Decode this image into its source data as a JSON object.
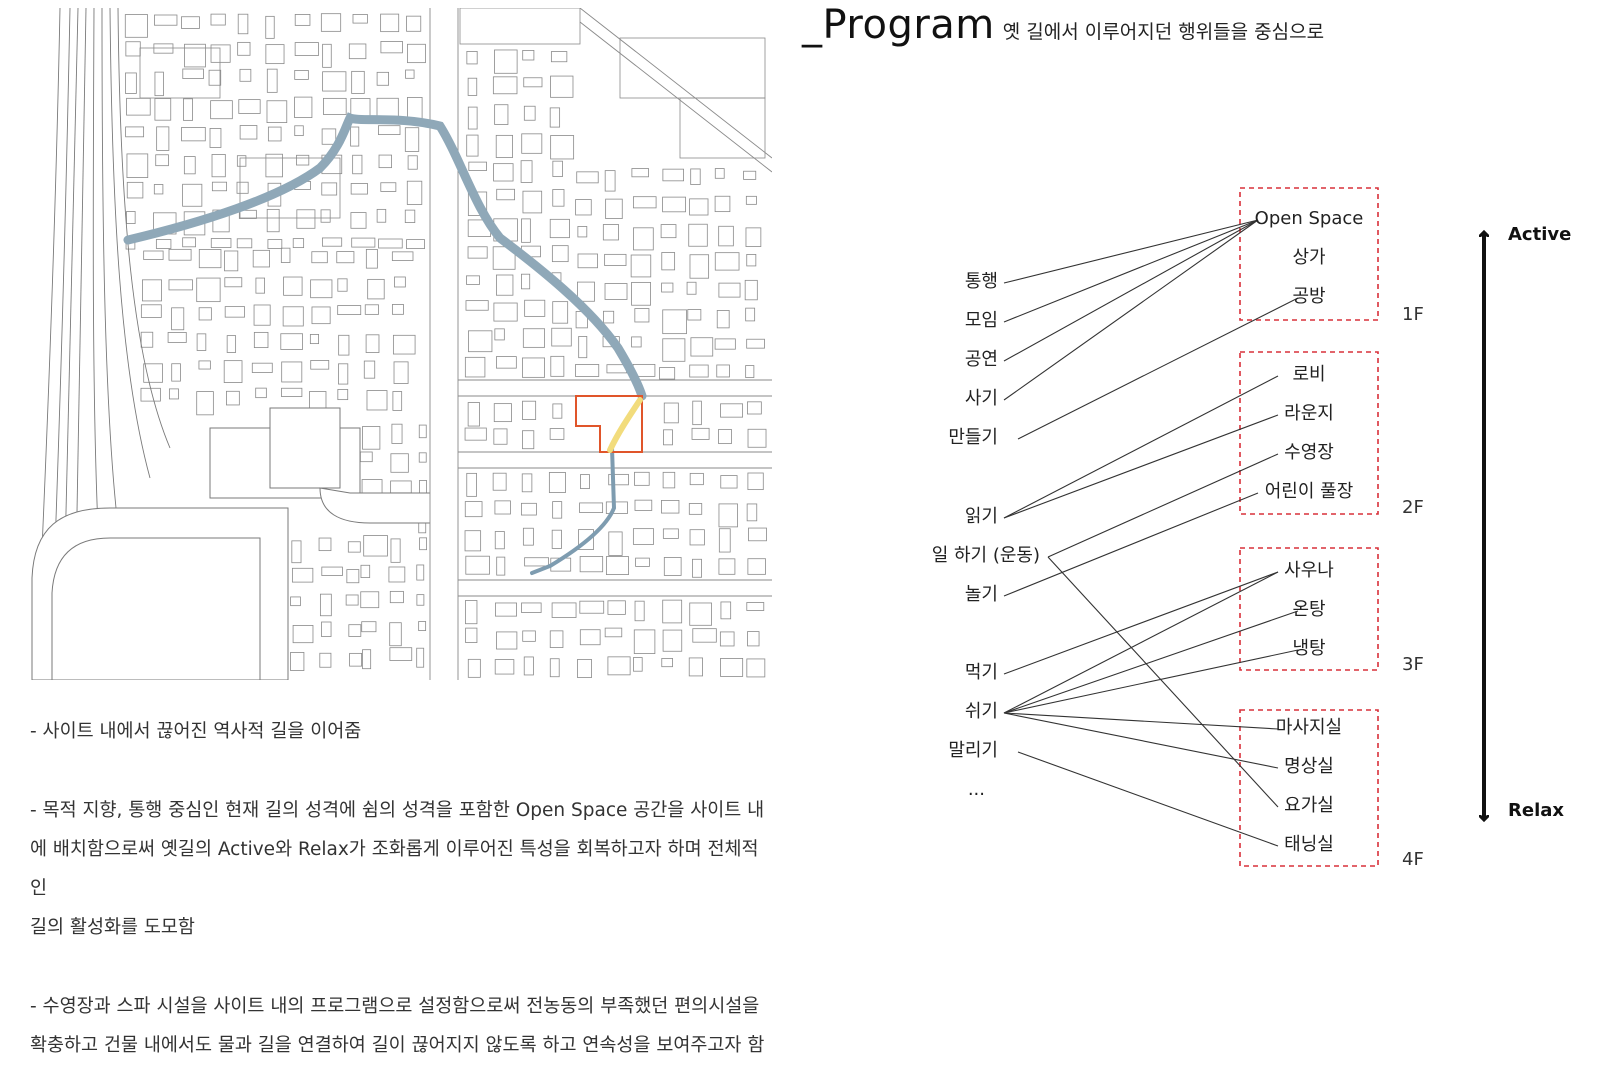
{
  "header": {
    "title": "_Program",
    "subtitle": "옛 길에서 이루어지던 행위들을 중심으로"
  },
  "description": [
    "- 사이트 내에서 끊어진 역사적 길을 이어줌",
    "- 목적 지향, 통행 중심인 현재 길의 성격에 쉼의 성격을 포함한 Open Space 공간을 사이트 내",
    "에 배치함으로써 옛길의 Active와 Relax가 조화롭게 이루어진 특성을 회복하고자 하며 전체적인",
    "길의 활성화를 도모함",
    "- 수영장과 스파 시설을 사이트 내의 프로그램으로 설정함으로써 전농동의 부족했던 편의시설을",
    "확충하고 건물 내에서도 물과 길을 연결하여 길이 끊어지지 않도록 하고 연속성을 보여주고자 함"
  ],
  "activities": [
    "통행",
    "모임",
    "공연",
    "사기",
    "만들기",
    "읽기",
    "일 하기 (운동)",
    "놀기",
    "먹기",
    "쉬기",
    "말리기",
    "..."
  ],
  "programs": [
    "Open Space",
    "상가",
    "공방",
    "로비",
    "라운지",
    "수영장",
    "어린이 풀장",
    "사우나",
    "온탕",
    "냉탕",
    "마사지실",
    "명상실",
    "요가실",
    "태닝실"
  ],
  "floors": [
    "1F",
    "2F",
    "3F",
    "4F"
  ],
  "axis": {
    "top": "Active",
    "bottom": "Relax"
  },
  "connections": [
    [
      0,
      0
    ],
    [
      1,
      0
    ],
    [
      2,
      0
    ],
    [
      3,
      0
    ],
    [
      4,
      2
    ],
    [
      5,
      3
    ],
    [
      5,
      4
    ],
    [
      6,
      5
    ],
    [
      6,
      12
    ],
    [
      7,
      6
    ],
    [
      8,
      7
    ],
    [
      9,
      7
    ],
    [
      9,
      8
    ],
    [
      9,
      9
    ],
    [
      9,
      10
    ],
    [
      9,
      11
    ],
    [
      10,
      13
    ]
  ],
  "colors": {
    "route_old": "#8fa8b8",
    "route_new": "#f2dc7c",
    "site_outline": "#e0552a",
    "floor_box": "#d9303a",
    "linework": "#888888"
  }
}
